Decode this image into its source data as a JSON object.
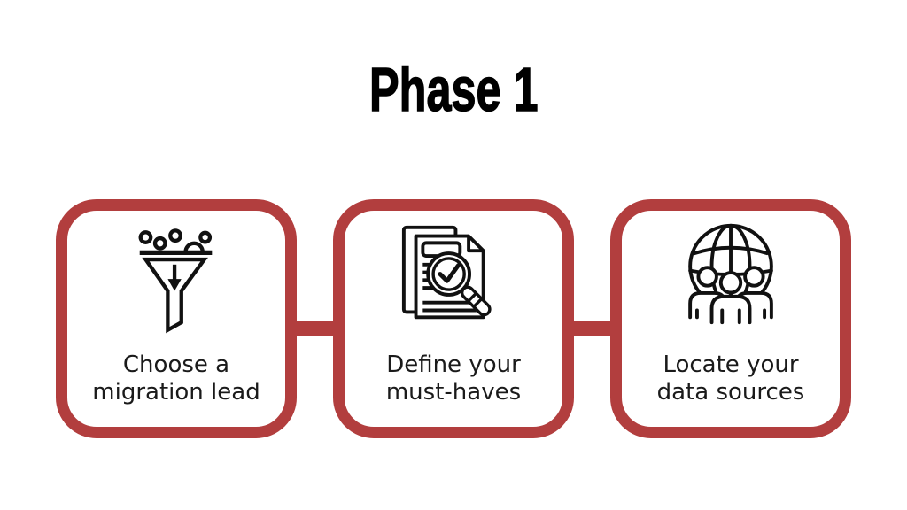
{
  "title": "Phase 1",
  "colors": {
    "accent_red": "#B23E3E",
    "icon_stroke": "#111111",
    "text": "#1A1A1A",
    "background": "#FFFFFF"
  },
  "cards": [
    {
      "id": "choose-migration-lead",
      "icon": "funnel-icon",
      "label_line1": "Choose a",
      "label_line2": "migration lead"
    },
    {
      "id": "define-must-haves",
      "icon": "document-search-icon",
      "label_line1": "Define your",
      "label_line2": "must-haves"
    },
    {
      "id": "locate-data-sources",
      "icon": "globe-team-icon",
      "label_line1": "Locate your",
      "label_line2": "data sources"
    }
  ]
}
